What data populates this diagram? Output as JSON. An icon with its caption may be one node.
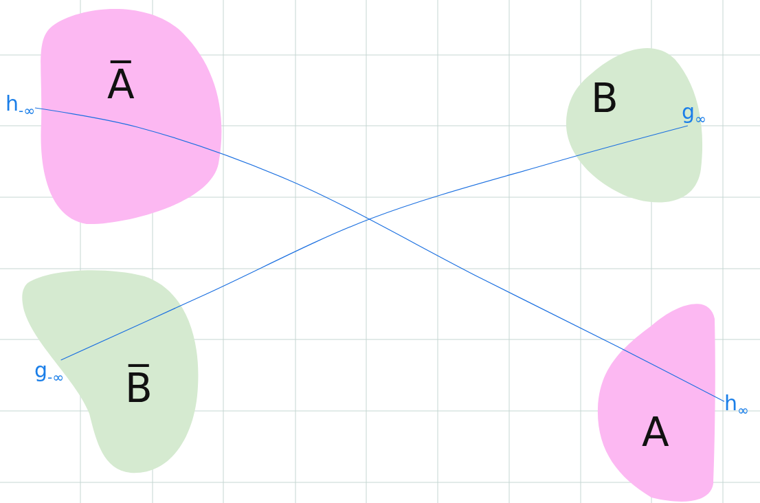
{
  "diagram": {
    "nodes": [
      {
        "text": [
          "A̅"
        ]
      },
      {
        "text": [
          "h$_{-∞}$"
        ]
      },
      {
        "text": [
          "B"
        ]
      },
      {
        "text": [
          "g$_{∞}$"
        ]
      },
      {
        "text": [
          "g$_{-∞}$"
        ]
      },
      {
        "text": [
          "B̅"
        ]
      },
      {
        "text": [
          "A"
        ]
      },
      {
        "text": [
          "h$_{∞}$"
        ]
      }
    ],
    "edges": [
      {
        "from": 1,
        "to": 7,
        "arrow": "none"
      },
      {
        "from": 4,
        "to": 3,
        "arrow": "none"
      }
    ]
  }
}
